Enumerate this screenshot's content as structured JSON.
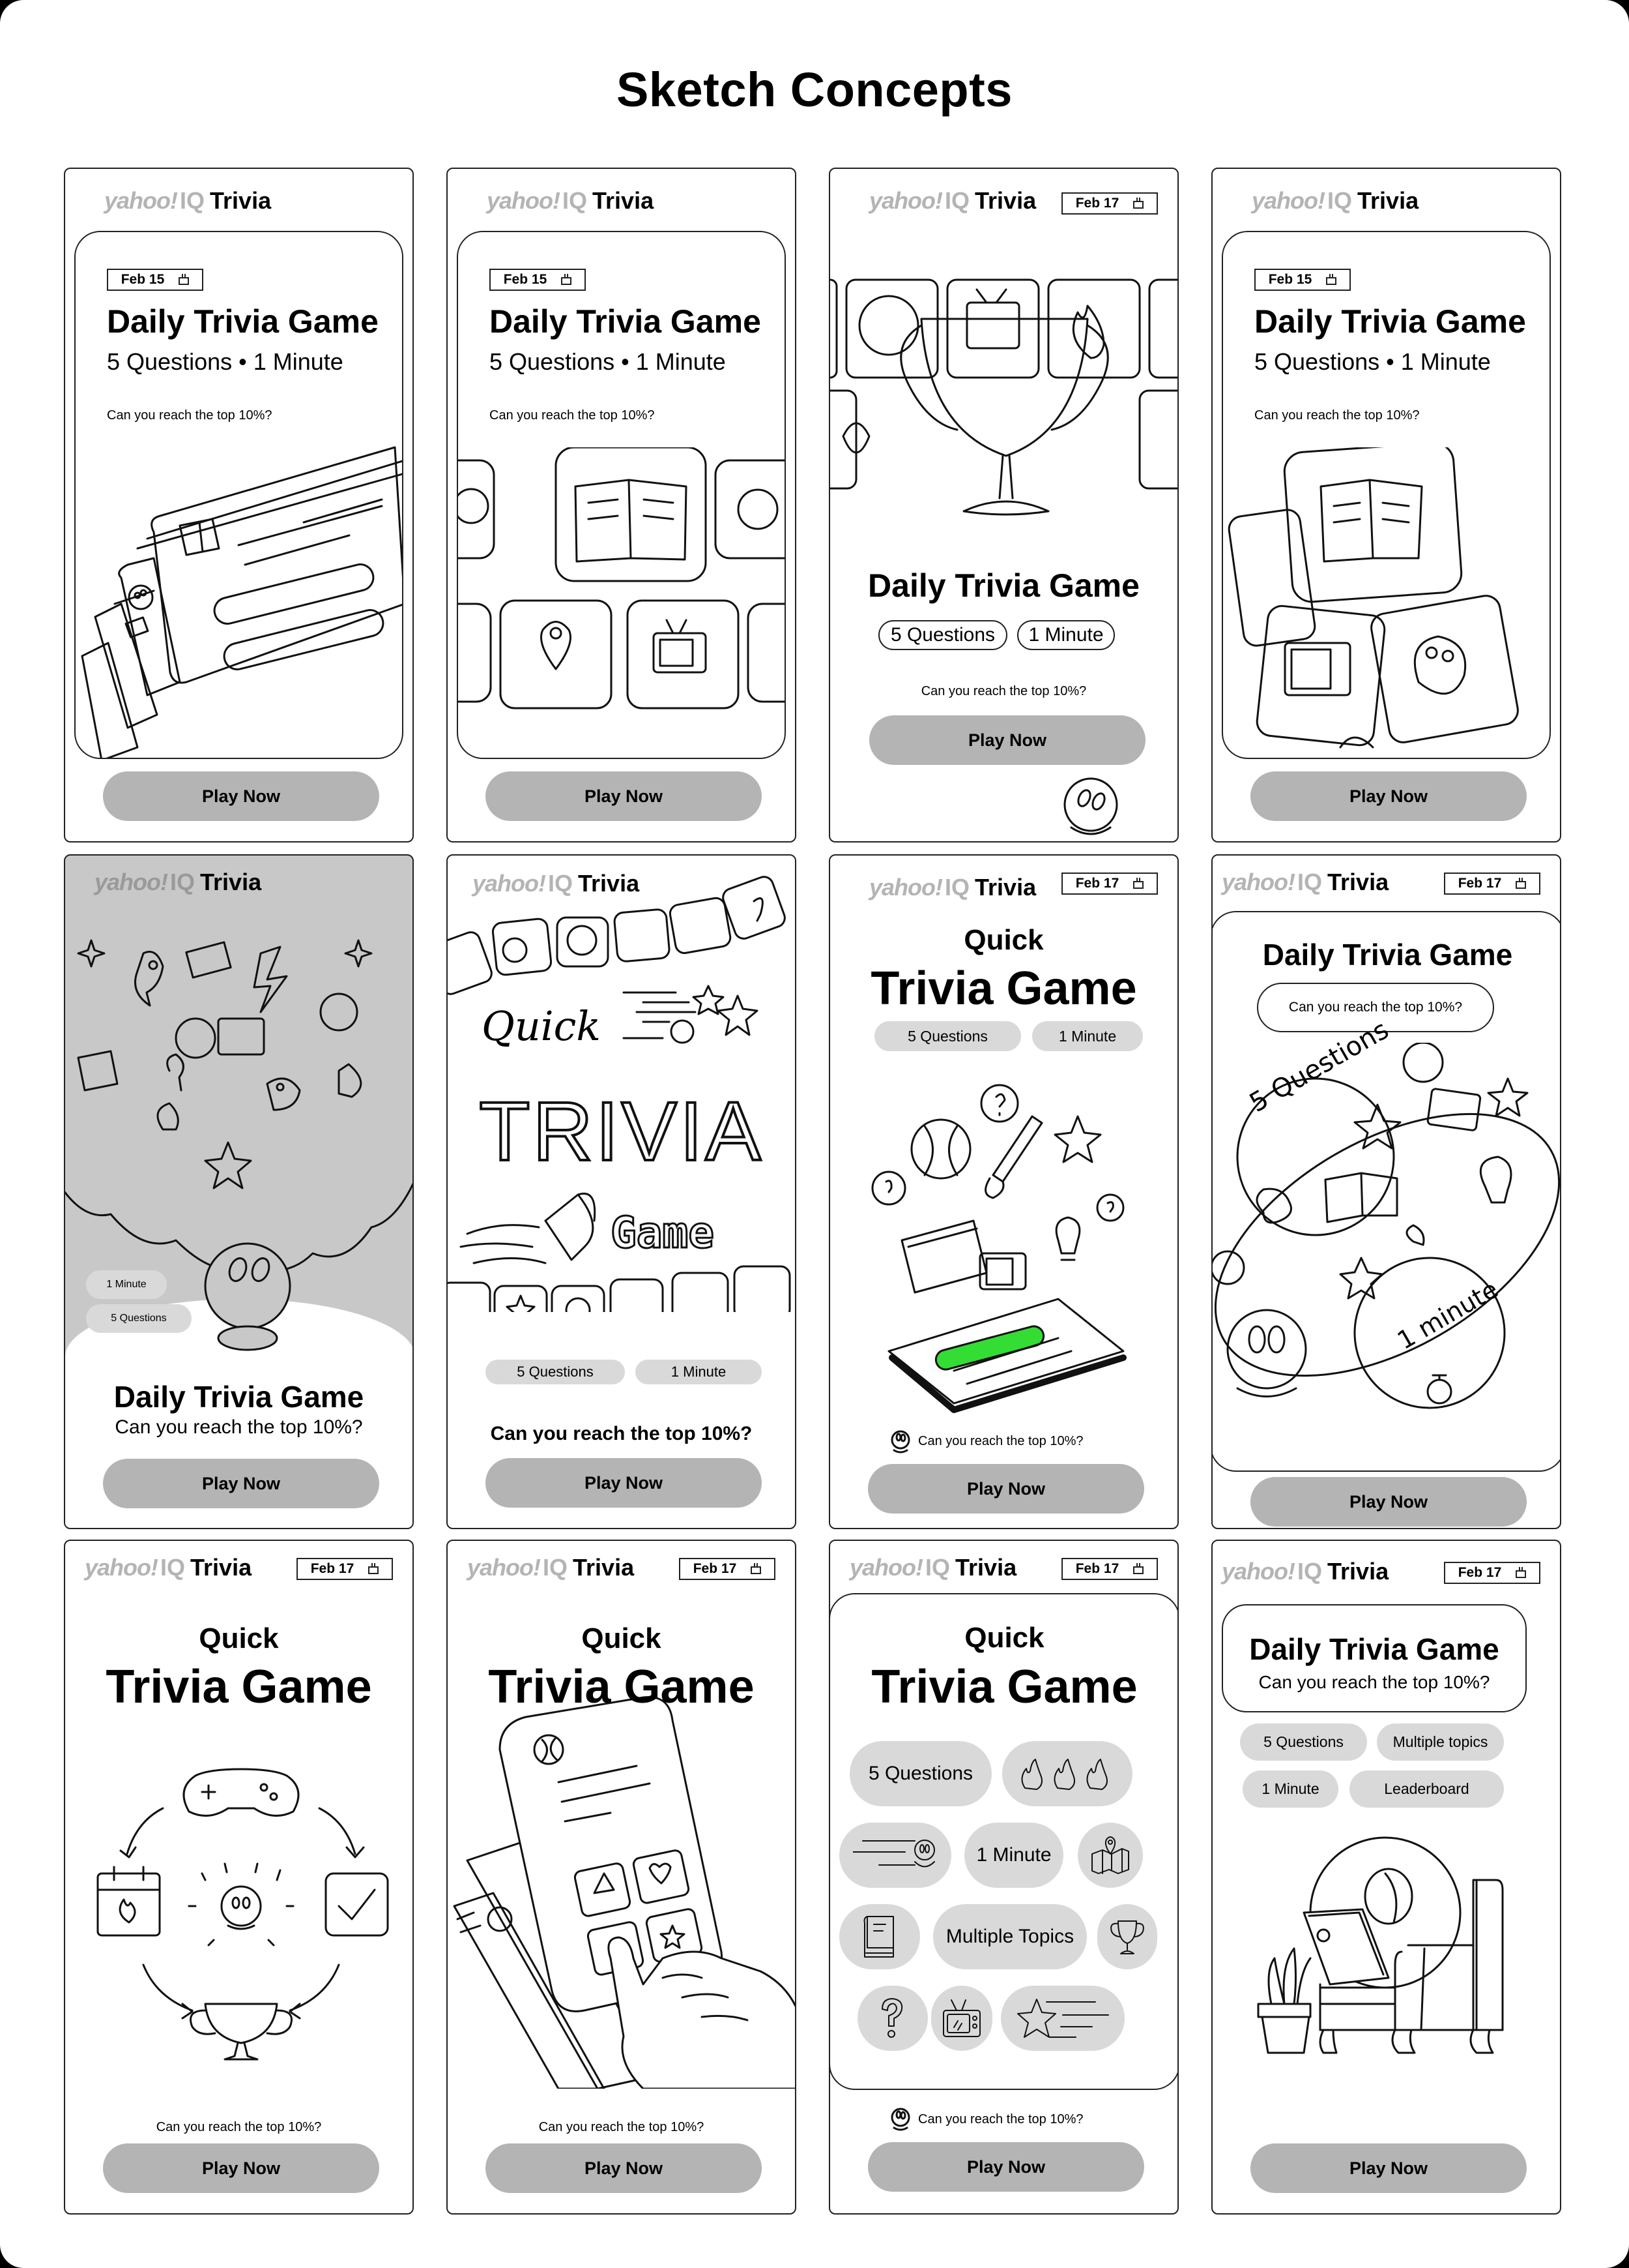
{
  "page": {
    "title": "Sketch Concepts",
    "background_color": "#000000",
    "panel_color": "#ffffff",
    "button_color": "#b4b4b4",
    "pill_color": "#d9d9d9",
    "grey_card_color": "#c8c8c8"
  },
  "brand": {
    "yahoo": "yahoo!",
    "iq": "IQ",
    "trivia": "Trivia"
  },
  "common": {
    "play_label": "Play Now",
    "tagline": "Can you reach the top 10%?",
    "daily_title": "Daily Trivia Game",
    "quick_title": "Quick",
    "trivia_game_title": "Trivia Game",
    "questions": "5 Questions",
    "minute": "1 Minute",
    "meta_line": "5 Questions • 1 Minute"
  },
  "cards": [
    {
      "id": 1,
      "date": "Feb 15",
      "illustration": "stacked-question-cards"
    },
    {
      "id": 2,
      "date": "Feb 15",
      "illustration": "icon-tile-grid"
    },
    {
      "id": 3,
      "date": "Feb 17",
      "illustration": "trophy-over-icon-tiles"
    },
    {
      "id": 4,
      "date": "Feb 15",
      "illustration": "scattered-icon-tiles"
    },
    {
      "id": 5,
      "illustration": "crystal-ball-explosion",
      "pills": [
        "1 Minute",
        "5 Questions"
      ]
    },
    {
      "id": 6,
      "illustration": "lettering",
      "lettering": {
        "quick": "Quick",
        "trivia": "TRIVIA",
        "game": "Game"
      },
      "pills": [
        "5 Questions",
        "1 Minute"
      ]
    },
    {
      "id": 7,
      "date": "Feb 17",
      "illustration": "exploding-phone",
      "pills": [
        "5 Questions",
        "1 Minute"
      ]
    },
    {
      "id": 8,
      "date": "Feb 17",
      "illustration": "planet-orbit",
      "orbit_labels": {
        "questions_num": "5",
        "questions": "Questions",
        "minute_num": "1",
        "minute": "minute"
      }
    },
    {
      "id": 9,
      "date": "Feb 17",
      "illustration": "cycle-gamepad-calendar-check-trophy"
    },
    {
      "id": 10,
      "date": "Feb 17",
      "illustration": "hand-tapping-phone"
    },
    {
      "id": 11,
      "date": "Feb 17",
      "illustration": "pill-cloud",
      "pills": [
        "5 Questions",
        "1 Minute",
        "Multiple Topics"
      ],
      "icon_pills": [
        "fire-icon",
        "crystal-ball-icon",
        "map-pin-icon",
        "book-icon",
        "trophy-icon",
        "question-icon",
        "tv-icon",
        "star-icon"
      ]
    },
    {
      "id": 12,
      "date": "Feb 17",
      "illustration": "crystal-ball-on-couch",
      "pills": [
        "5 Questions",
        "Multiple topics",
        "1 Minute",
        "Leaderboard"
      ]
    }
  ]
}
